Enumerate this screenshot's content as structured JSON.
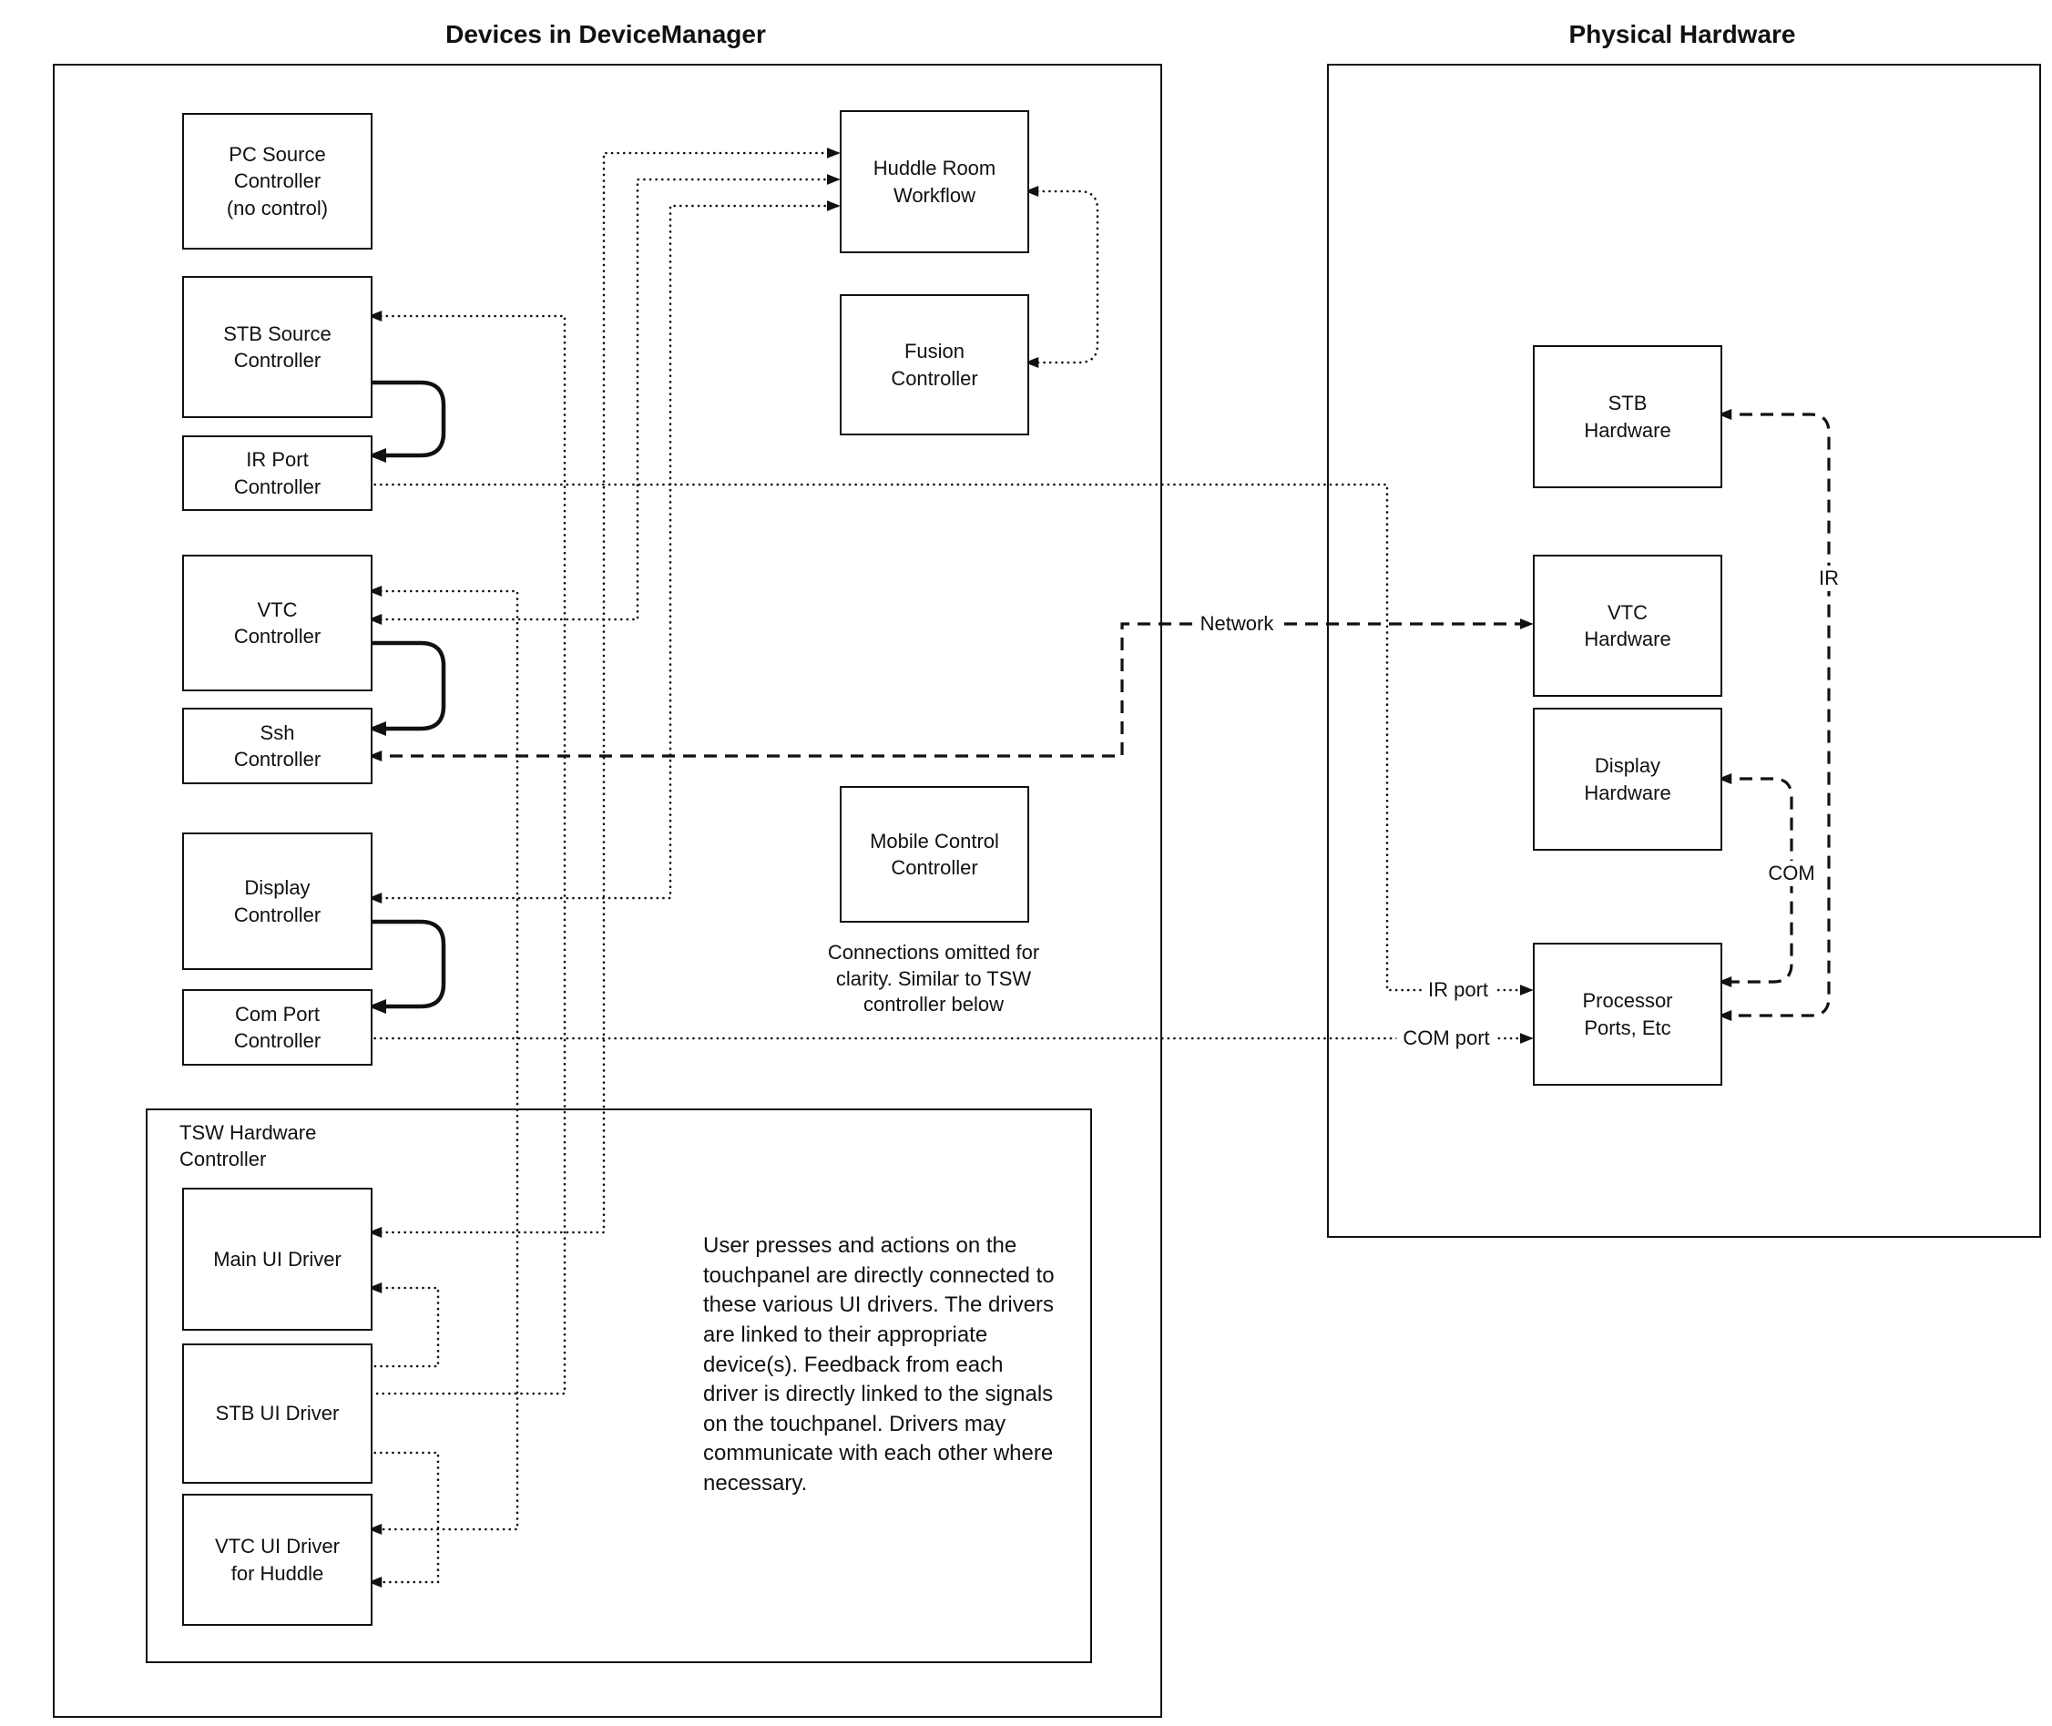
{
  "titles": {
    "left": "Devices in DeviceManager",
    "right": "Physical Hardware"
  },
  "device_manager": {
    "pc_source": "PC Source\nController\n(no control)",
    "stb_source": "STB Source\nController",
    "ir_port": "IR Port\nController",
    "vtc": "VTC\nController",
    "ssh": "Ssh\nController",
    "display": "Display\nController",
    "com_port": "Com Port\nController",
    "huddle": "Huddle Room\nWorkflow",
    "fusion": "Fusion\nController",
    "mobile": "Mobile Control\nController",
    "mobile_note": "Connections omitted for\nclarity. Similar to TSW\ncontroller below",
    "tsw_label": "TSW Hardware\nController",
    "main_ui": "Main UI Driver",
    "stb_ui": "STB UI Driver",
    "vtc_ui": "VTC UI Driver\nfor Huddle",
    "tsw_note": "User presses and actions on the touchpanel are directly connected to these various UI drivers.  The drivers are linked to their appropriate device(s). Feedback from each driver is directly linked to the signals on the touchpanel. Drivers may communicate with each other where necessary."
  },
  "hardware": {
    "stb": "STB\nHardware",
    "vtc": "VTC\nHardware",
    "display": "Display\nHardware",
    "processor": "Processor\nPorts, Etc"
  },
  "labels": {
    "network": "Network",
    "ir": "IR",
    "com": "COM",
    "ir_port": "IR port",
    "com_port": "COM port"
  },
  "colors": {
    "line": "#111111",
    "background": "#ffffff"
  }
}
